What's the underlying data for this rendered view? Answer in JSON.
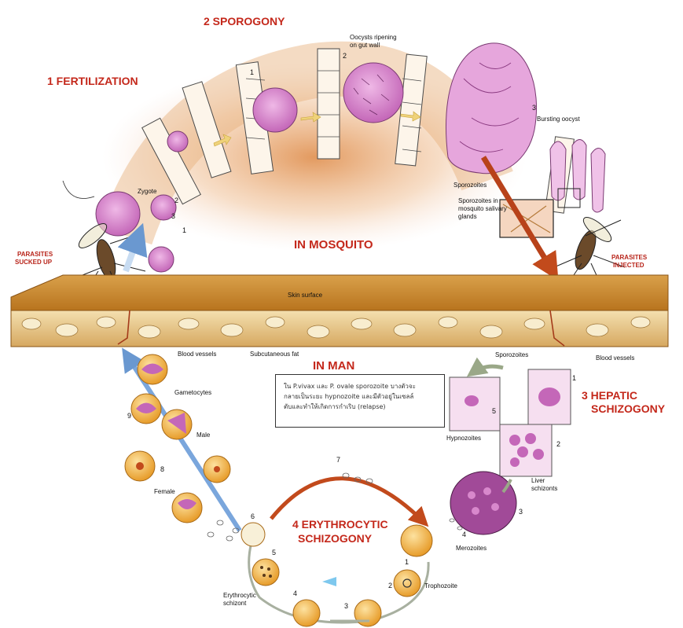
{
  "stages": {
    "fertilization": "1 FERTILIZATION",
    "sporogony": "2 SPOROGONY",
    "hepatic_line1": "3 HEPATIC",
    "hepatic_line2": "SCHIZOGONY",
    "erythrocytic_line1": "4 ERYTHROCYTIC",
    "erythrocytic_line2": "SCHIZOGONY"
  },
  "regions": {
    "in_mosquito": "IN MOSQUITO",
    "in_man": "IN MAN"
  },
  "mosquito_labels": {
    "parasites_sucked_up_1": "PARASITES",
    "parasites_sucked_up_2": "SUCKED UP",
    "parasites_injected_1": "PARASITES",
    "parasites_injected_2": "INJECTED",
    "oocysts_1": "Oocysts ripening",
    "oocysts_2": "on gut wall",
    "bursting_oocyst": "Bursting oocyst",
    "sporozoites": "Sporozoites",
    "salivary_1": "Sporozoites in",
    "salivary_2": "mosquito salivary",
    "salivary_3": "glands",
    "zygote": "Zygote",
    "skin_surface": "Skin surface"
  },
  "human_labels": {
    "blood_vessels_left": "Blood vessels",
    "subcutaneous_fat": "Subcutaneous fat",
    "blood_vessels_right": "Blood vessels",
    "sporozoites": "Sporozoites",
    "hypnozoites": "Hypnozoites",
    "liver_schizonts_1": "Liver",
    "liver_schizonts_2": "schizonts",
    "merozoites": "Merozoites",
    "trophozoite": "Trophozoite",
    "erythrocytic_schizont_1": "Erythrocytic",
    "erythrocytic_schizont_2": "schizont",
    "gametocytes": "Gametocytes",
    "male": "Male",
    "female": "Female"
  },
  "step_numbers": {
    "fert_1": "1",
    "fert_2": "2",
    "fert_3": "3",
    "spor_1": "1",
    "spor_2": "2",
    "spor_3": "3",
    "hep_1": "1",
    "hep_2": "2",
    "hep_3": "3",
    "hep_4": "4",
    "hep_5": "5",
    "ery_1": "1",
    "ery_2": "2",
    "ery_3": "3",
    "ery_4": "4",
    "ery_5": "5",
    "ery_6": "6",
    "ery_7": "7",
    "ery_8": "8",
    "ery_9": "9"
  },
  "note": {
    "line1": "ใน P.vivax และ P. ovale sporozoite บางตัวจะ",
    "line2": "กลายเป็นระยะ hypnozoite และมีตัวอยู่ในเซลล์",
    "line3": "ตับและทำให้เกิดการกำเริบ (relapse)"
  },
  "colors": {
    "stage_title": "#c4281b",
    "skin": "#c98a2a",
    "cell_pink": "#d98ad0",
    "rbc": "#f2b64a",
    "arrow_red": "#c24a1c",
    "arrow_blue": "#6a98d0"
  }
}
